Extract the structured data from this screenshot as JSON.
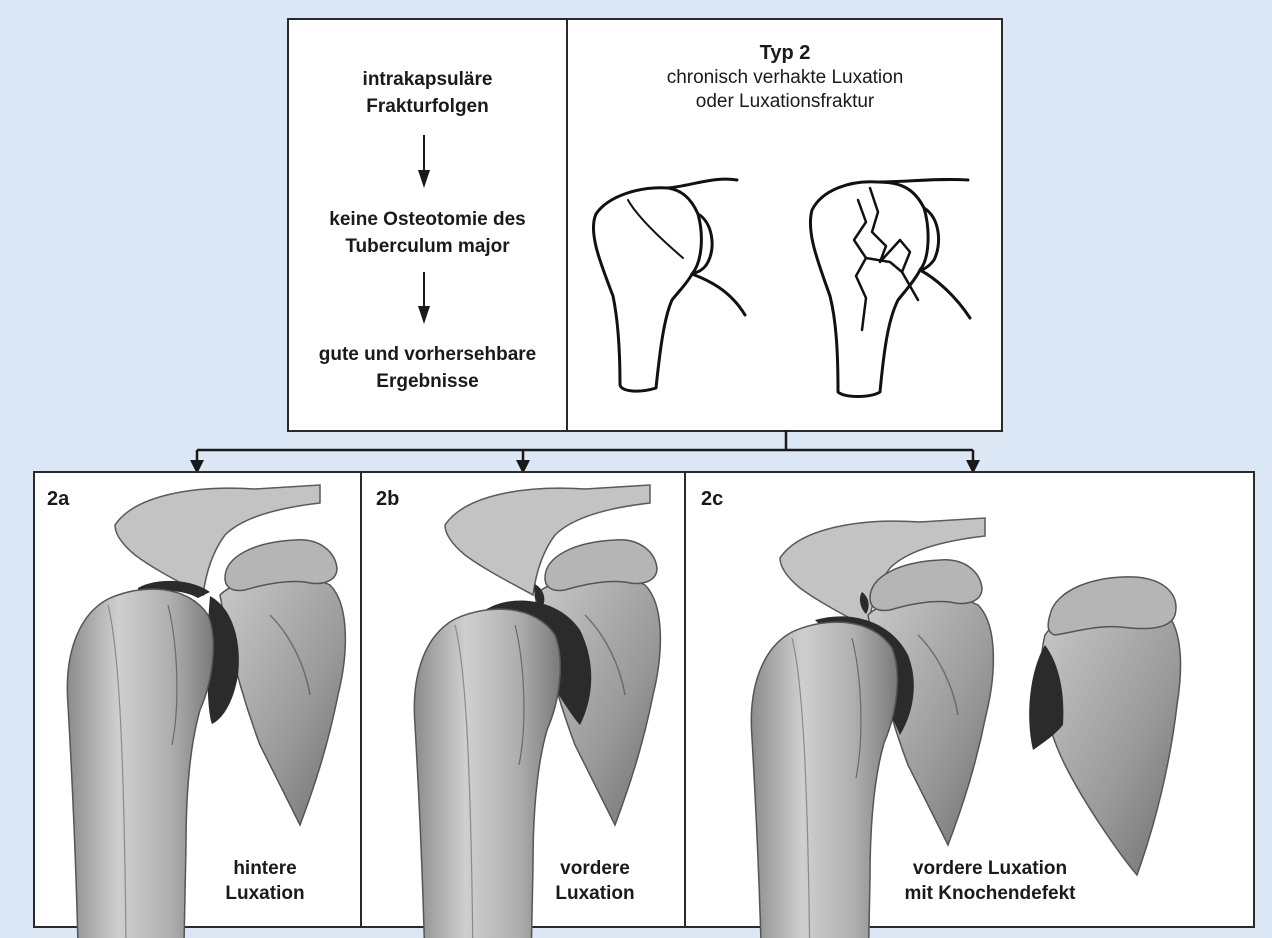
{
  "top_left": {
    "step1": [
      "intrakapsuläre",
      "Frakturfolgen"
    ],
    "step2": [
      "keine Osteotomie des",
      "Tuberculum major"
    ],
    "step3": [
      "gute und vorhersehbare",
      "Ergebnisse"
    ]
  },
  "top_right": {
    "title": "Typ 2",
    "subtitle": [
      "chronisch verhakte Luxation",
      "oder Luxationsfraktur"
    ]
  },
  "panels": [
    {
      "id": "2a",
      "label": [
        "hintere",
        "Luxation"
      ]
    },
    {
      "id": "2b",
      "label": [
        "vordere",
        "Luxation"
      ]
    },
    {
      "id": "2c",
      "label": [
        "vordere Luxation",
        "mit Knochendefekt"
      ]
    }
  ],
  "colors": {
    "background": "#dbe7f4",
    "line": "#1a1a1a",
    "bone": "#b9b9b9",
    "bone_dark": "#6f6f6f",
    "glenoid": "#2b2b2b"
  }
}
